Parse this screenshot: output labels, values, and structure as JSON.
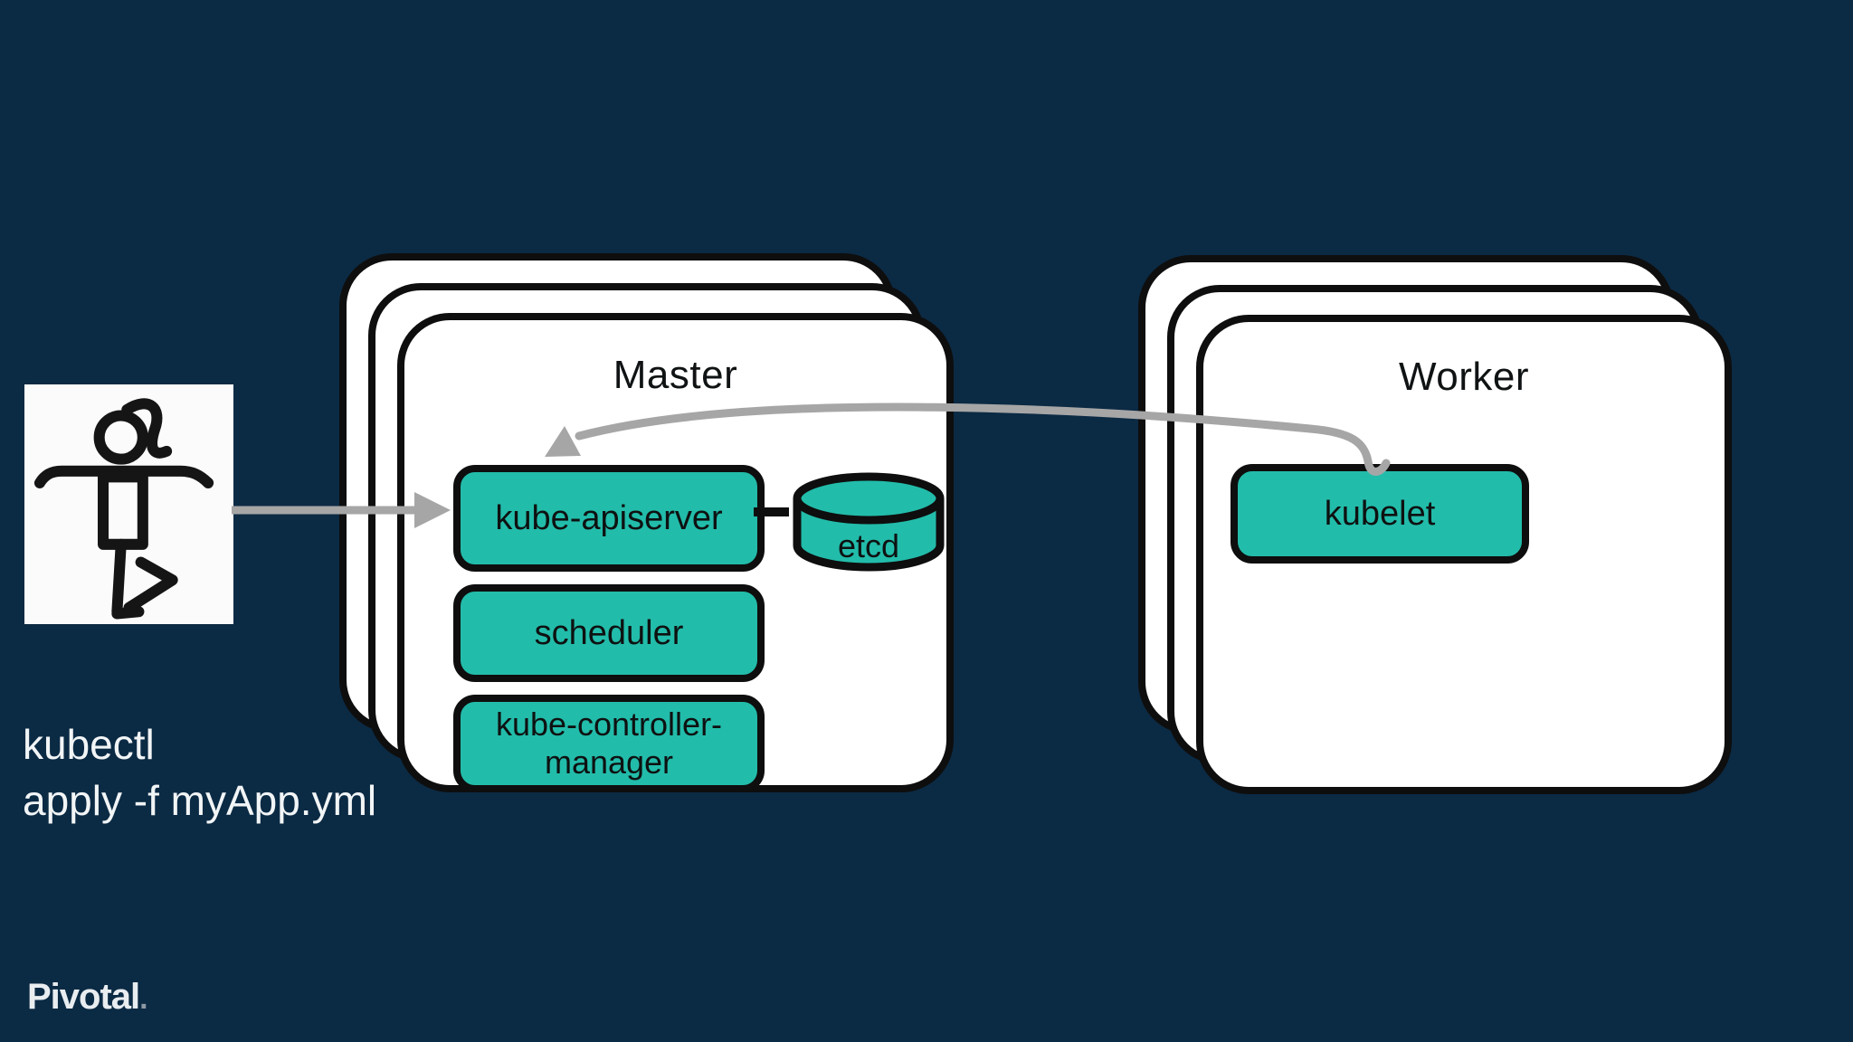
{
  "colors": {
    "bg": "#0b2a44",
    "card": "#ffffff",
    "stroke": "#0e0e0e",
    "teal": "#22bcaa",
    "arrow": "#a6a6a6",
    "light": "#f2f5f6"
  },
  "command": {
    "line1": "kubectl",
    "line2": "apply -f myApp.yml"
  },
  "logo": {
    "text": "Pivotal",
    "dot": "."
  },
  "master": {
    "title": "Master",
    "components": [
      {
        "name": "kube-apiserver",
        "lines": [
          "kube-apiserver"
        ]
      },
      {
        "name": "scheduler",
        "lines": [
          "scheduler"
        ]
      },
      {
        "name": "kube-controller-manager",
        "lines": [
          "kube-controller-",
          "manager"
        ]
      }
    ],
    "datastore": {
      "label": "etcd"
    }
  },
  "worker": {
    "title": "Worker",
    "components": [
      {
        "name": "kubelet",
        "lines": [
          "kubelet"
        ]
      }
    ]
  }
}
